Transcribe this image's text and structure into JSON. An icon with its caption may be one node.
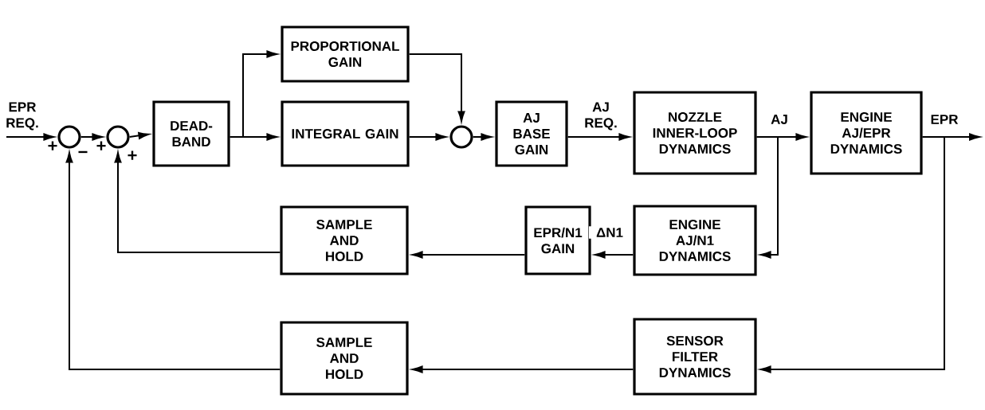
{
  "diagram": {
    "nodes": [
      {
        "text": [],
        "shape": "circle"
      },
      {
        "text": [],
        "shape": "circle"
      },
      {
        "text": [
          "DEAD-BAND"
        ]
      },
      {
        "text": [
          "PROPORTIONAL GAIN"
        ]
      },
      {
        "text": [
          "INTEGRAL GAIN"
        ]
      },
      {
        "text": [],
        "shape": "circle"
      },
      {
        "text": [
          "AJ BASE GAIN"
        ]
      },
      {
        "text": [
          "NOZZLE INNER-LOOP DYNAMICS"
        ]
      },
      {
        "text": [
          "ENGINE AJ/EPR DYNAMICS"
        ]
      },
      {
        "text": [
          "SAMPLE AND HOLD"
        ]
      },
      {
        "text": [
          "EPR/N1 GAIN"
        ]
      },
      {
        "text": [
          "ENGINE AJ/N1 DYNAMICS"
        ]
      },
      {
        "text": [
          "SAMPLE AND HOLD"
        ]
      },
      {
        "text": [
          "SENSOR FILTER DYNAMICS"
        ]
      }
    ],
    "edges": [
      {
        "from": null,
        "to": 0,
        "arrow": "to",
        "label": "EPR REQ."
      },
      {
        "from": 0,
        "to": 1,
        "arrow": "to"
      },
      {
        "from": 1,
        "to": 2,
        "arrow": "to"
      },
      {
        "from": 2,
        "to": 3,
        "arrow": "to"
      },
      {
        "from": 2,
        "to": 4,
        "arrow": "to"
      },
      {
        "from": 3,
        "to": 5,
        "arrow": "to"
      },
      {
        "from": 4,
        "to": 5,
        "arrow": "to"
      },
      {
        "from": 5,
        "to": 6,
        "arrow": "to"
      },
      {
        "from": 6,
        "to": 7,
        "arrow": "to",
        "label": "AJ REQ."
      },
      {
        "from": 7,
        "to": 8,
        "arrow": "to",
        "label": "AJ"
      },
      {
        "from": 8,
        "to": null,
        "arrow": "to",
        "label": "EPR"
      },
      {
        "from": 7,
        "to": 11,
        "arrow": "to"
      },
      {
        "from": 11,
        "to": 10,
        "arrow": "to",
        "label": "ΔN1"
      },
      {
        "from": 10,
        "to": 9,
        "arrow": "to"
      },
      {
        "from": 9,
        "to": 1,
        "arrow": "to"
      },
      {
        "from": 8,
        "to": 13,
        "arrow": "to"
      },
      {
        "from": 13,
        "to": 12,
        "arrow": "to"
      },
      {
        "from": 12,
        "to": 0,
        "arrow": "to"
      }
    ],
    "labels": [
      "+",
      "−",
      "+",
      "+"
    ]
  }
}
